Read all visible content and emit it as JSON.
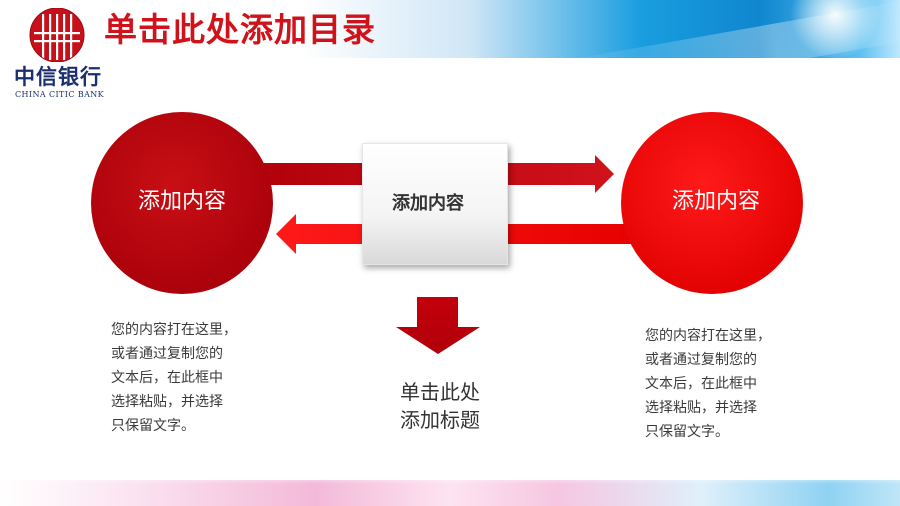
{
  "header": {
    "title": "单击此处添加目录"
  },
  "logo": {
    "cn": "中信银行",
    "en": "CHINA CITIC BANK"
  },
  "diagram": {
    "left_node": {
      "label": "添加内容"
    },
    "center_node": {
      "label": "添加内容"
    },
    "right_node": {
      "label": "添加内容"
    },
    "down_label": {
      "line1": "单击此处",
      "line2": "添加标题"
    }
  },
  "left_text": {
    "lines": [
      "您的内容打在这里，",
      "或者通过复制您的",
      "文本后，在此框中",
      "选择粘贴，并选择",
      "只保留文字。"
    ]
  },
  "right_text": {
    "lines": [
      "您的内容打在这里，",
      "或者通过复制您的",
      "文本后，在此框中",
      "选择粘贴，并选择",
      "只保留文字。"
    ]
  },
  "colors": {
    "dark_red": "#c3000b",
    "bright_red": "#ec0000",
    "title_red": "#d0121b",
    "header_blue": "#0f86cf",
    "navy": "#1b2f6e"
  }
}
